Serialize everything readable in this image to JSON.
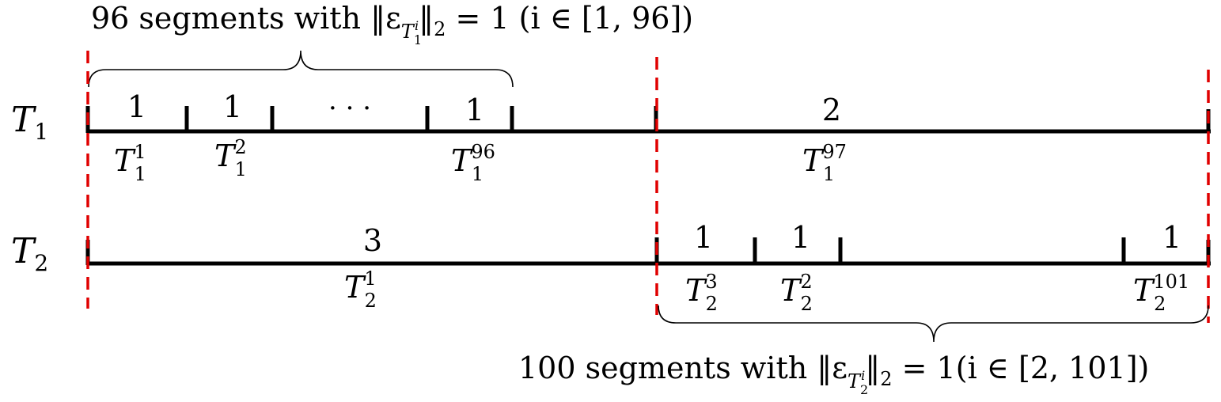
{
  "top_brace": {
    "text": "96 segments with ‖ε",
    "sub": "T",
    "subsub_base": "1",
    "subsup": "i",
    "tail": "‖",
    "norm_sub": "2",
    "eq": " = 1 (i ∈ [1, 96])"
  },
  "bottom_brace": {
    "text": "100 segments with ‖ε",
    "sub": "T",
    "subsub_base": "2",
    "subsup": "i",
    "tail": "‖",
    "norm_sub": "2",
    "eq": " = 1(i ∈ [2, 101])"
  },
  "rows": [
    {
      "name": "T",
      "name_sub": "1",
      "weights": [
        "1",
        "1",
        "· · ·",
        "1",
        "2"
      ],
      "segment_labels": [
        {
          "base": "T",
          "sup": "1",
          "sub": "1"
        },
        {
          "base": "T",
          "sup": "2",
          "sub": "1"
        },
        {
          "base": "T",
          "sup": "96",
          "sub": "1"
        },
        {
          "base": "T",
          "sup": "97",
          "sub": "1"
        }
      ]
    },
    {
      "name": "T",
      "name_sub": "2",
      "weights": [
        "3",
        "1",
        "1",
        "1"
      ],
      "segment_labels": [
        {
          "base": "T",
          "sup": "1",
          "sub": "2"
        },
        {
          "base": "T",
          "sup": "3",
          "sub": "2"
        },
        {
          "base": "T",
          "sup": "2",
          "sub": "2"
        },
        {
          "base": "T",
          "sup": "101",
          "sub": "2"
        }
      ]
    }
  ],
  "colors": {
    "timeline": "#000000",
    "cut_line": "#e00000"
  }
}
